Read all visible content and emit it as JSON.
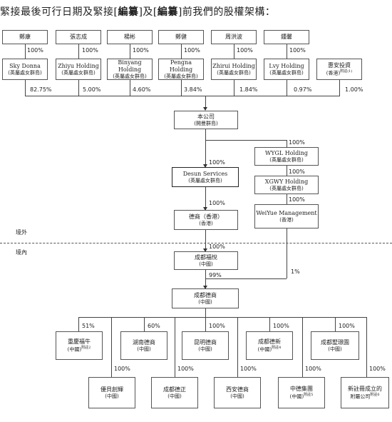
{
  "heading": {
    "pre": "緊接最後可行日期及緊接[",
    "red1": "編纂",
    "mid": "]及[",
    "red2": "編纂",
    "post": "]前我們的股權架構："
  },
  "people": [
    "鄭康",
    "張志成",
    "楊彬",
    "鄭健",
    "周洪波",
    "鍾馨"
  ],
  "holdcos": [
    {
      "name": "Sky Donna",
      "place": "(英屬處女群島)",
      "pct_top": "100%",
      "pct_bottom": "82.75%"
    },
    {
      "name": "Zhiyu Holding",
      "place": "(英屬處女群島)",
      "pct_top": "100%",
      "pct_bottom": "5.00%"
    },
    {
      "name": "Binyang Holding",
      "place": "(英屬處女群島)",
      "pct_top": "100%",
      "pct_bottom": "4.60%"
    },
    {
      "name": "Pengna Holding",
      "place": "(英屬處女群島)",
      "pct_top": "100%",
      "pct_bottom": "3.84%"
    },
    {
      "name": "Zhirui Holding",
      "place": "(英屬處女群島)",
      "pct_top": "100%",
      "pct_bottom": "1.84%"
    },
    {
      "name": "Lvy Holding",
      "place": "(英屬處女群島)",
      "pct_top": "100%",
      "pct_bottom": "0.97%"
    }
  ],
  "huian": {
    "name": "惠安投資",
    "place": "(香港)",
    "note": "附註(1)",
    "pct_bottom": "1.00%"
  },
  "company": {
    "name": "本公司",
    "place": "(開曼群島)"
  },
  "wygl": {
    "name": "WYGL Holding",
    "place": "(英屬處女群島)"
  },
  "xgwy": {
    "name": "XGWY Holding",
    "place": "(英屬處女群島)"
  },
  "weiyue": {
    "name": "WeiYue Management",
    "place": "(香港)"
  },
  "desun": {
    "name": "Desun Services",
    "place": "(英屬處女群島)"
  },
  "deshang_hk": {
    "name": "德商（香港）",
    "place": "(香港)"
  },
  "fuyue": {
    "name": "成都福悅",
    "place": "(中國)"
  },
  "chengdu_deshang": {
    "name": "成都德商",
    "place": "(中國)"
  },
  "pcts": {
    "wygl_top": "100%",
    "xgwy_top": "100%",
    "weiyue_top": "100%",
    "desun_top": "100%",
    "hk_top": "100%",
    "fuyue_top": "100%",
    "cd_top": "99%",
    "cd_right": "1%"
  },
  "regions": {
    "outside": "境外",
    "inside": "境內"
  },
  "subs_top": [
    {
      "name": "重慶福牛",
      "place": "(中國)",
      "note": "附註2",
      "pct": "51%"
    },
    {
      "name": "湖南德商",
      "place": "(中國)",
      "note": "",
      "pct": "60%"
    },
    {
      "name": "昆明德商",
      "place": "(中國)",
      "note": "",
      "pct": "100%"
    },
    {
      "name": "成都德新",
      "place": "(中國)",
      "note": "附註4",
      "pct": "100%"
    },
    {
      "name": "成都墅璟園",
      "place": "(中國)",
      "note": "",
      "pct": "100%"
    }
  ],
  "subs_bottom": [
    {
      "name": "優貝創輝",
      "place": "(中國)",
      "note": "",
      "pct": "100%"
    },
    {
      "name": "成都德正",
      "place": "(中國)",
      "note": "",
      "pct": "100%"
    },
    {
      "name": "西安德商",
      "place": "(中國)",
      "note": "",
      "pct": "100%"
    },
    {
      "name": "中德集團",
      "place": "(中國)",
      "note": "附註5",
      "pct": "100%"
    },
    {
      "name": "新註冊成立的",
      "place": "附屬公司",
      "note": "附註6",
      "pct": "100%"
    }
  ]
}
